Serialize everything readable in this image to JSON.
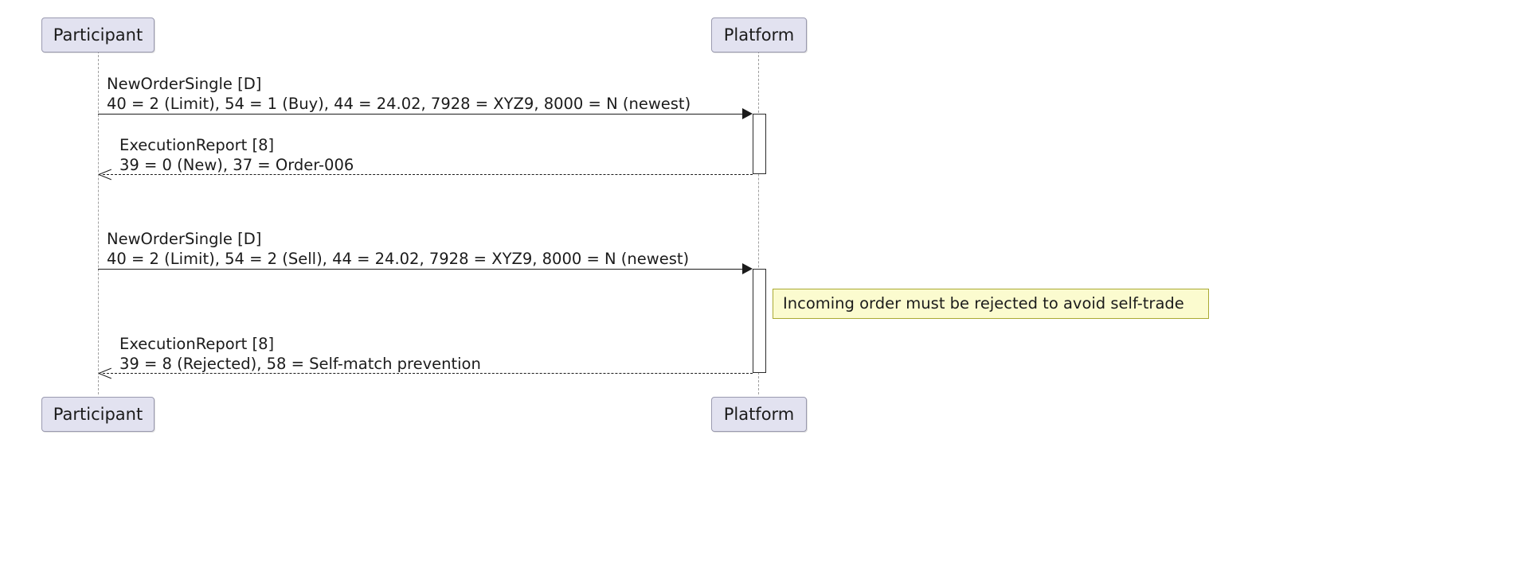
{
  "diagram": {
    "type": "sequence-diagram",
    "title": "",
    "background": "#FFFFFF",
    "participants": [
      {
        "id": "participant",
        "label": "Participant"
      },
      {
        "id": "platform",
        "label": "Platform"
      }
    ],
    "messages": [
      {
        "id": "msg-1",
        "from": "participant",
        "to": "platform",
        "style": "solid",
        "direction": "right",
        "lines": [
          "NewOrderSingle [D]",
          "40 = 2 (Limit), 54 = 1 (Buy), 44 = 24.02, 7928 = XYZ9, 8000 = N (newest)"
        ]
      },
      {
        "id": "msg-2",
        "from": "platform",
        "to": "participant",
        "style": "dashed",
        "direction": "left",
        "lines": [
          "ExecutionReport [8]",
          "39 = 0 (New), 37 = Order-006"
        ]
      },
      {
        "id": "msg-3",
        "from": "participant",
        "to": "platform",
        "style": "solid",
        "direction": "right",
        "lines": [
          "NewOrderSingle [D]",
          "40 = 2 (Limit), 54 = 2 (Sell), 44 = 24.02, 7928 = XYZ9, 8000 = N (newest)"
        ]
      },
      {
        "id": "msg-4",
        "from": "platform",
        "to": "participant",
        "style": "dashed",
        "direction": "left",
        "lines": [
          "ExecutionReport [8]",
          "39 = 8 (Rejected), 58 = Self-match prevention"
        ]
      }
    ],
    "notes": [
      {
        "id": "note-self-trade",
        "attached_to": "platform",
        "position": "right",
        "text": "Incoming order must be rejected to avoid self-trade",
        "background": "#FBFBCF",
        "border": "#AAAA33"
      }
    ],
    "colors": {
      "actor_fill": "#E2E2F0",
      "actor_border": "#9A9AB0",
      "lifeline": "#A0A0A0",
      "arrow": "#1B1B1B",
      "note_fill": "#FBFBCF",
      "note_border": "#AAAA33"
    }
  }
}
